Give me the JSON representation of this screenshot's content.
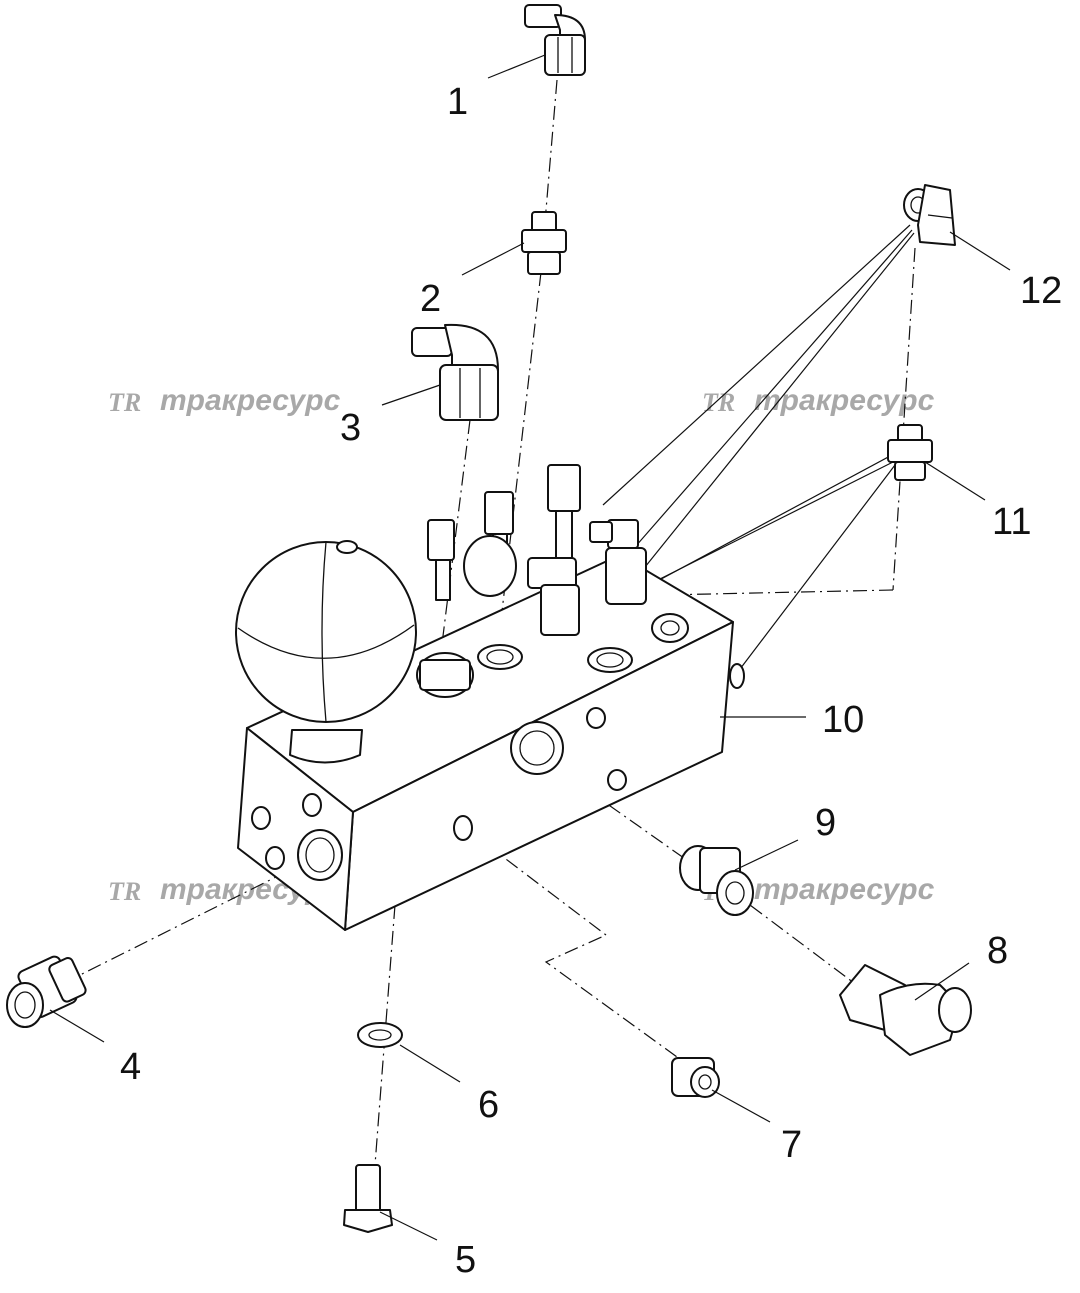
{
  "callouts": [
    "1",
    "2",
    "3",
    "4",
    "5",
    "6",
    "7",
    "8",
    "9",
    "10",
    "11",
    "12"
  ],
  "watermark": {
    "logo": "TR",
    "text": "тракресурс"
  }
}
